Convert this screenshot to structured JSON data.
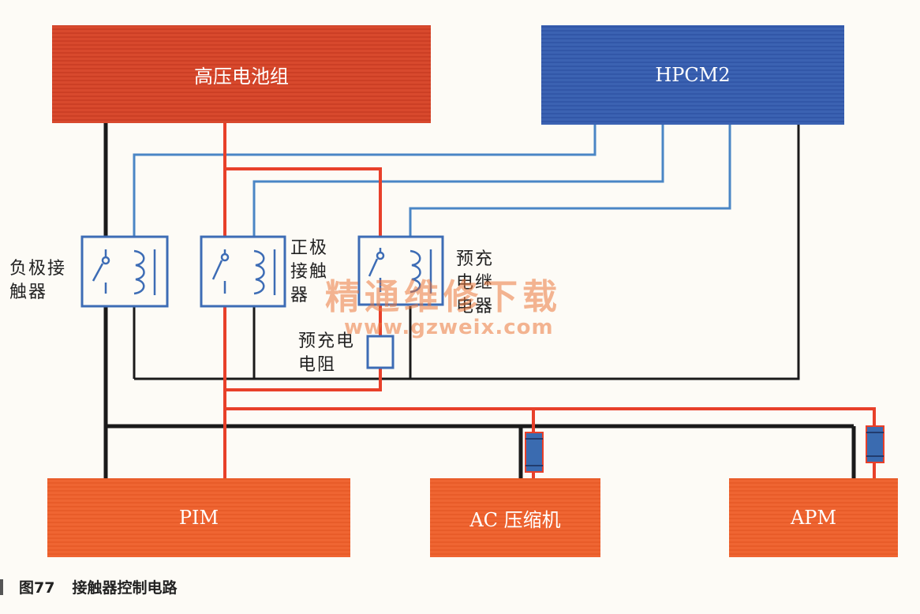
{
  "boxes": {
    "battery": "高压电池组",
    "hpcm": "HPCM2",
    "pim": "PIM",
    "ac": "AC 压缩机",
    "apm": "APM"
  },
  "labels": {
    "negative_contactor": "负极接触器",
    "positive_contactor": "正极接触器",
    "precharge_relay": "预充电继电器",
    "precharge_resistor": "预充电电阻"
  },
  "watermark": {
    "text": "精通维修下载",
    "url": "www.gzweix.com"
  },
  "caption": {
    "number": "图77",
    "title": "接触器控制电路"
  },
  "colors": {
    "high_voltage_wire": "#e8402a",
    "control_wire": "#4a86c5",
    "ground_wire": "#1a1a1a",
    "battery_fill": "#d8492d",
    "hpcm_fill": "#3b62b2",
    "load_fill": "#ef6532",
    "fuse_fill": "#3a6bb0"
  }
}
